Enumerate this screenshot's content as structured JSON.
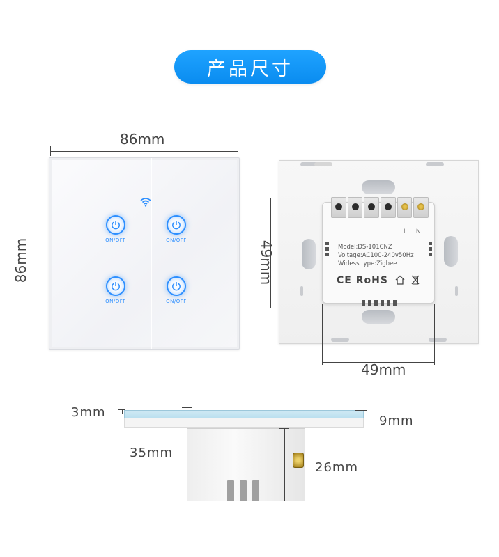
{
  "title": "产品尺寸",
  "front": {
    "width_label": "86mm",
    "height_label": "86mm",
    "buttons": [
      {
        "label": "ON/OFF",
        "icon": "power-icon"
      },
      {
        "label": "ON/OFF",
        "icon": "power-icon"
      },
      {
        "label": "ON/OFF",
        "icon": "power-icon"
      },
      {
        "label": "ON/OFF",
        "icon": "power-icon"
      }
    ],
    "indicator_icon": "wifi-icon"
  },
  "back": {
    "height_label": "49mm",
    "width_label": "49mm",
    "model": "Model:DS-101CNZ",
    "voltage": "Voltage:AC100-240v50Hz",
    "wireless": "Wirless type:Zigbee",
    "terminal_l": "L",
    "terminal_n": "N",
    "cert_marks": "CE RoHS"
  },
  "side": {
    "glass_label": "3mm",
    "panel_label": "9mm",
    "depth_label": "35mm",
    "body_label": "26mm"
  },
  "colors": {
    "accent": "#0a8cf0",
    "button_glow": "#2d8fff",
    "glass_edge": "#a8d6ea"
  }
}
